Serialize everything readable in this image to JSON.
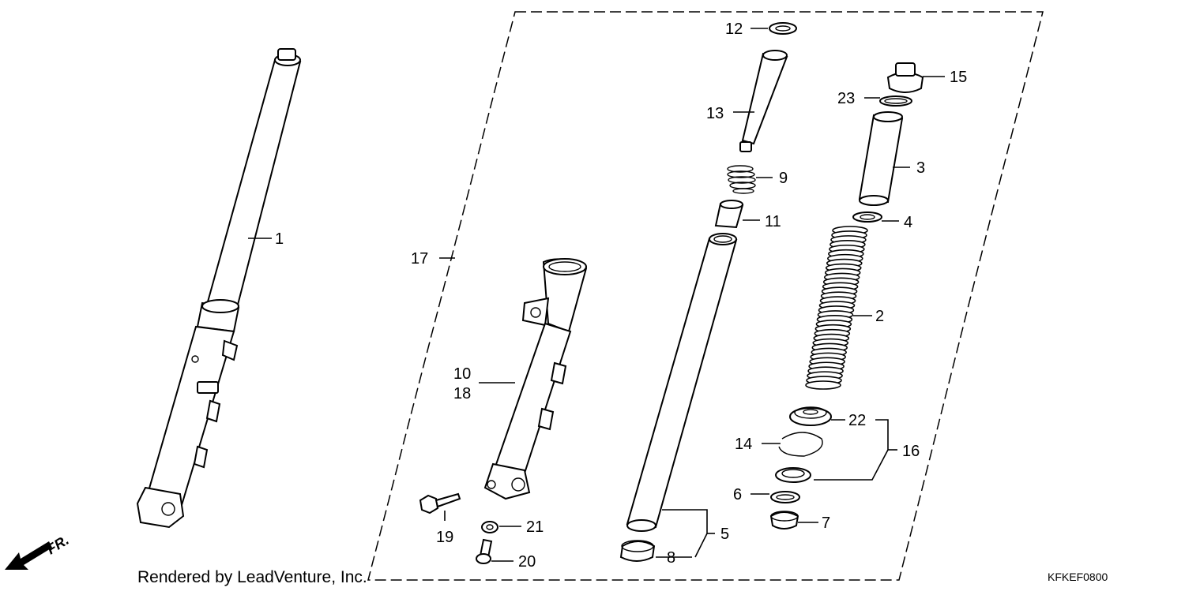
{
  "diagram": {
    "callouts": {
      "c1": "1",
      "c2": "2",
      "c3": "3",
      "c4": "4",
      "c5": "5",
      "c6": "6",
      "c7": "7",
      "c8": "8",
      "c9": "9",
      "c10": "10",
      "c11": "11",
      "c12": "12",
      "c13": "13",
      "c14": "14",
      "c15": "15",
      "c16": "16",
      "c17": "17",
      "c18": "18",
      "c19": "19",
      "c20": "20",
      "c21": "21",
      "c22": "22",
      "c23": "23"
    },
    "direction_label": "FR.",
    "footer_credit": "Rendered by LeadVenture, Inc.",
    "diagram_code": "KFKEF0800"
  }
}
